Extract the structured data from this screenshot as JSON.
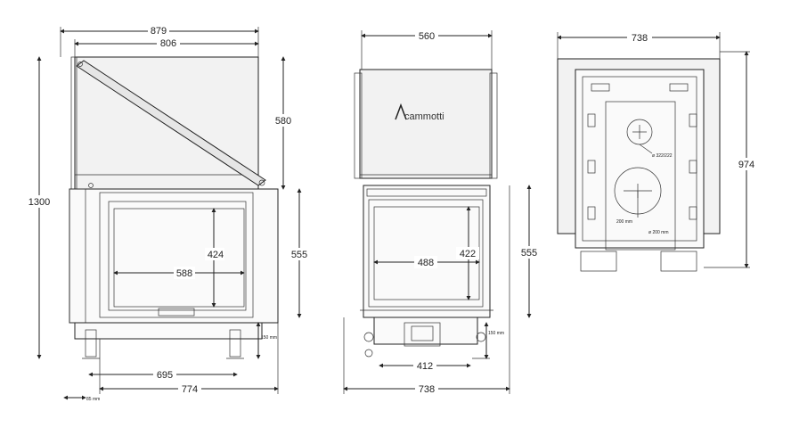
{
  "front_view": {
    "width_outer": "879",
    "width_inner": "806",
    "height_total": "1300",
    "hood_height": "580",
    "opening_height": "555",
    "glass_height": "424",
    "glass_width": "588",
    "legs_spacing": "695",
    "base_width": "774",
    "leg_height": "150 mm",
    "leg_offset": "85 mm"
  },
  "side_view": {
    "top_width": "560",
    "brand": "cammotti",
    "opening_height": "555",
    "glass_height": "422",
    "glass_width": "488",
    "base_inner": "412",
    "base_width": "738",
    "leg_height": "150 mm"
  },
  "top_view": {
    "width": "738",
    "depth": "974",
    "flue_small": "ø 322/222",
    "flue_large": "ø 200 mm",
    "inlet_offset": "200 mm"
  }
}
